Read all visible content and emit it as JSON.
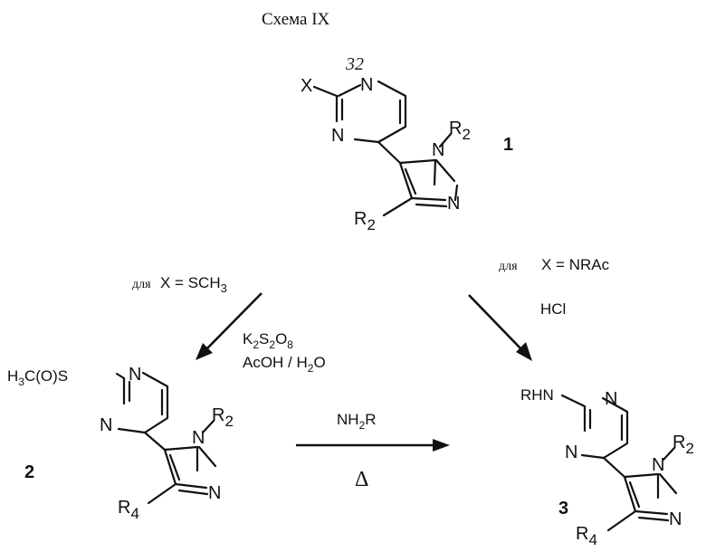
{
  "title": "Схема IX",
  "compounds": [
    {
      "id": "1",
      "x_label": "X",
      "handwritten_note": "32",
      "ring_N_upper": "N",
      "ring_N_lower": "N",
      "imid_N_top": "N",
      "imid_N_bottom": "N",
      "r2_upper": "R",
      "r2_upper_sub": "2",
      "r2_lower": "R",
      "r2_lower_sub": "2"
    },
    {
      "id": "2",
      "substituent": "H",
      "substituent_sub": "3",
      "substituent_rest": "C(O)S",
      "ring_N_upper": "N",
      "ring_N_lower": "N",
      "imid_N_top": "N",
      "imid_N_bottom": "N",
      "r2": "R",
      "r2_sub": "2",
      "r4": "R",
      "r4_sub": "4"
    },
    {
      "id": "3",
      "substituent": "RHN",
      "ring_N_upper": "N",
      "ring_N_lower": "N",
      "imid_N_top": "N",
      "imid_N_bottom": "N",
      "r2": "R",
      "r2_sub": "2",
      "r4": "R",
      "r4_sub": "4"
    }
  ],
  "conditions": {
    "left_cond": {
      "for_word": "для",
      "cond": "X = SCH",
      "cond_sub": "3"
    },
    "right_cond": {
      "for_word": "для",
      "cond": "X = NRAc",
      "reagent": "HCl"
    },
    "oxidation": {
      "line1_a": "K",
      "line1_s1": "2",
      "line1_b": "S",
      "line1_s2": "2",
      "line1_c": "O",
      "line1_s3": "8",
      "line2_a": "AcOH / H",
      "line2_s": "2",
      "line2_b": "O"
    },
    "amination": {
      "reagent": "NH",
      "reagent_sub": "2",
      "reagent_rest": "R",
      "heat": "Δ"
    }
  }
}
